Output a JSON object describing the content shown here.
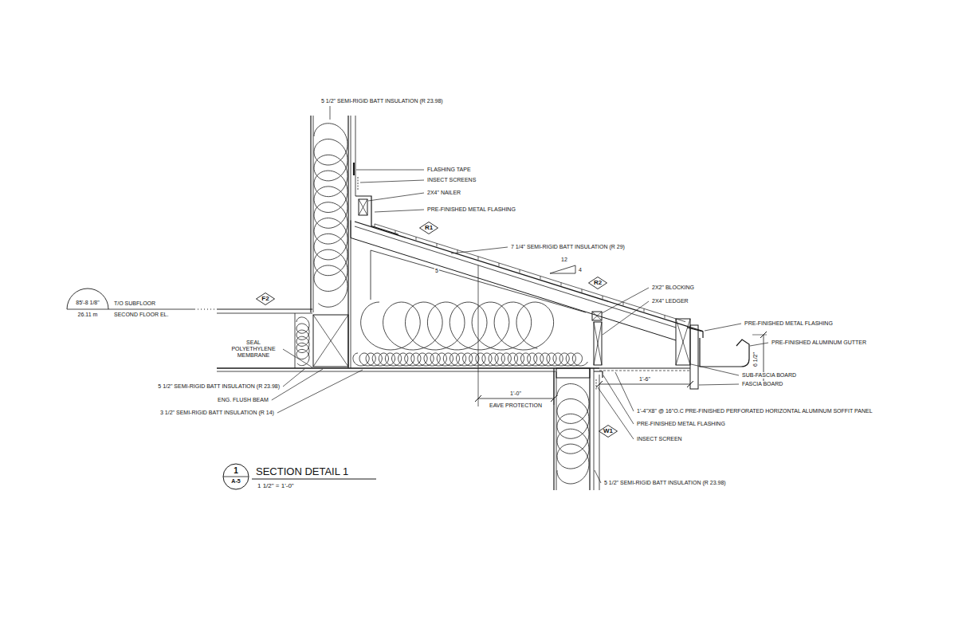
{
  "diagram": {
    "title": "SECTION DETAIL 1",
    "nodes": [
      {
        "text": [
          "R1"
        ]
      },
      {
        "text": [
          "F2"
        ]
      },
      {
        "text": [
          "R2"
        ]
      },
      {
        "text": [
          "W1"
        ]
      },
      {
        "text": [
          "1",
          "A-5"
        ]
      }
    ],
    "labels": [
      "5 1/2\" SEMI-RIGID BATT INSULATION (R 23.98)",
      "FLASHING TAPE",
      "INSECT SCREENS",
      "2X4\" NAILER",
      "PRE-FINISHED METAL FLASHING",
      "7 1/4\" SEMI-RIGID BATT INSULATION (R 29)",
      "12",
      "4",
      "5",
      "2X2\" BLOCKING",
      "2X4\" LEDGER",
      "PRE-FINISHED METAL FLASHING",
      "PRE-FINISHED ALUMINUM GUTTER",
      "6 1/2\"",
      "SUB-FASCIA BOARD",
      "FASCIA BOARD",
      "1'-6\"",
      "1'-4\"X8\" @ 16\"O.C PRE-FINISHED PERFORATED HORIZONTAL ALUMINUM SOFFIT PANEL",
      "PRE-FINISHED METAL FLASHING",
      "INSECT SCREEN",
      "5 1/2\" SEMI-RIGID BATT INSULATION (R 23.98)",
      "1'-0\"",
      "EAVE PROTECTION",
      "85'-8 1/8\"",
      "26.11 m",
      "T/O SUBFLOOR",
      "SECOND FLOOR EL.",
      "SEAL POLYETHYLENE MEMBRANE",
      "5 1/2\" SEMI-RIGID BATT INSULATION (R 23.98)",
      "ENG. FLUSH BEAM",
      "3 1/2\" SEMI-RIGID BATT INSULATION (R 14)",
      "1 1/2\" = 1'-0\""
    ]
  }
}
